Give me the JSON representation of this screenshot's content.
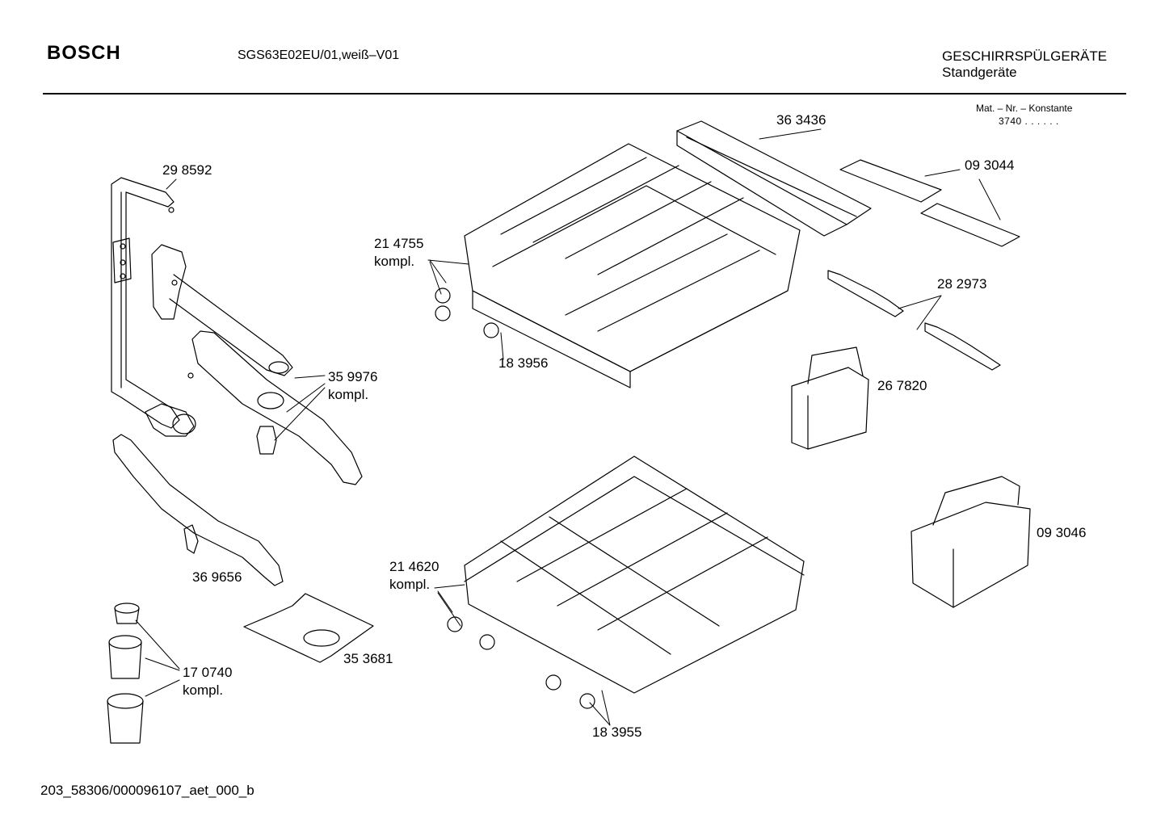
{
  "header": {
    "brand": "BOSCH",
    "model": "SGS63E02EU/01,weiß–V01",
    "category": "GESCHIRRSPÜLGERÄTE",
    "subcategory": "Standgeräte"
  },
  "material": {
    "label": "Mat. – Nr. – Konstante",
    "value": "3740  .  .   .  .  .  ."
  },
  "parts": [
    {
      "number": "29 8592",
      "note": ""
    },
    {
      "number": "21 4755",
      "note": "kompl."
    },
    {
      "number": "36 3436",
      "note": ""
    },
    {
      "number": "09 3044",
      "note": ""
    },
    {
      "number": "28 2973",
      "note": ""
    },
    {
      "number": "18 3956",
      "note": ""
    },
    {
      "number": "35 9976",
      "note": "kompl."
    },
    {
      "number": "26 7820",
      "note": ""
    },
    {
      "number": "09 3046",
      "note": ""
    },
    {
      "number": "36 9656",
      "note": ""
    },
    {
      "number": "21 4620",
      "note": "kompl."
    },
    {
      "number": "17 0740",
      "note": "kompl."
    },
    {
      "number": "35 3681",
      "note": ""
    },
    {
      "number": "18 3955",
      "note": ""
    }
  ],
  "footer": {
    "code": "203_58306/000096107_aet_000_b"
  }
}
